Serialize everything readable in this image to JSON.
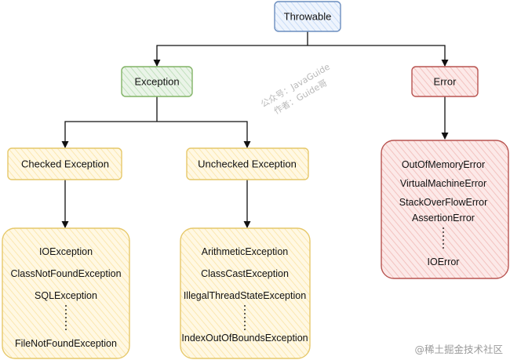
{
  "nodes": {
    "throwable": "Throwable",
    "exception": "Exception",
    "error": "Error",
    "checked": "Checked Exception",
    "unchecked": "Unchecked Exception"
  },
  "checked_list": [
    "IOException",
    "ClassNotFoundException",
    "SQLException",
    "FileNotFoundException"
  ],
  "unchecked_list": [
    "ArithmeticException",
    "ClassCastException",
    "IllegalThreadStateException",
    "IndexOutOfBoundsException"
  ],
  "error_list": [
    "OutOfMemoryError",
    "VirtualMachineError",
    "StackOverFlowError",
    "AssertionError",
    "IOError"
  ],
  "watermark": {
    "line1": "公众号：JavaGuide",
    "line2": "作者：Guide哥"
  },
  "credit": "@稀土掘金技术社区",
  "colors": {
    "blue_fill": "#dae8fc",
    "blue_stroke": "#6c8ebf",
    "green_fill": "#d5e8d4",
    "green_stroke": "#82b366",
    "red_fill": "#f8cecc",
    "red_stroke": "#b85450",
    "yellow_fill": "#fff2cc",
    "yellow_stroke": "#d6b656"
  }
}
